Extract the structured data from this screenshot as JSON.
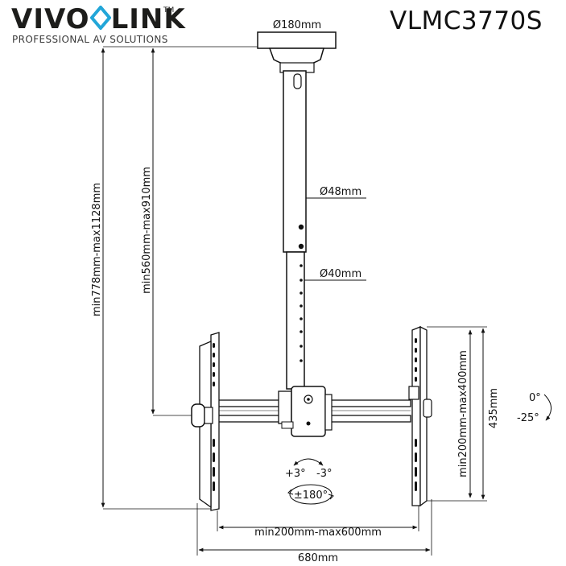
{
  "brand": {
    "name_left": "VIVO",
    "name_right": "LINK",
    "trademark": "TM",
    "tagline": "PROFESSIONAL AV SOLUTIONS"
  },
  "model": "VLMC3770S",
  "dimensions": {
    "plate_diameter": "Ø180mm",
    "outer_tube_diameter": "Ø48mm",
    "inner_tube_diameter": "Ø40mm",
    "total_height": "min778mm-max1128mm",
    "pole_length": "min560mm-max910mm",
    "vesa_vertical": "min200mm-max400mm",
    "arm_height": "435mm",
    "vesa_horizontal": "min200mm-max600mm",
    "total_width": "680mm"
  },
  "angles": {
    "tilt_up": "0°",
    "tilt_down": "-25°",
    "swivel_plus": "+3°",
    "swivel_minus": "-3°",
    "rotation": "±180°"
  }
}
